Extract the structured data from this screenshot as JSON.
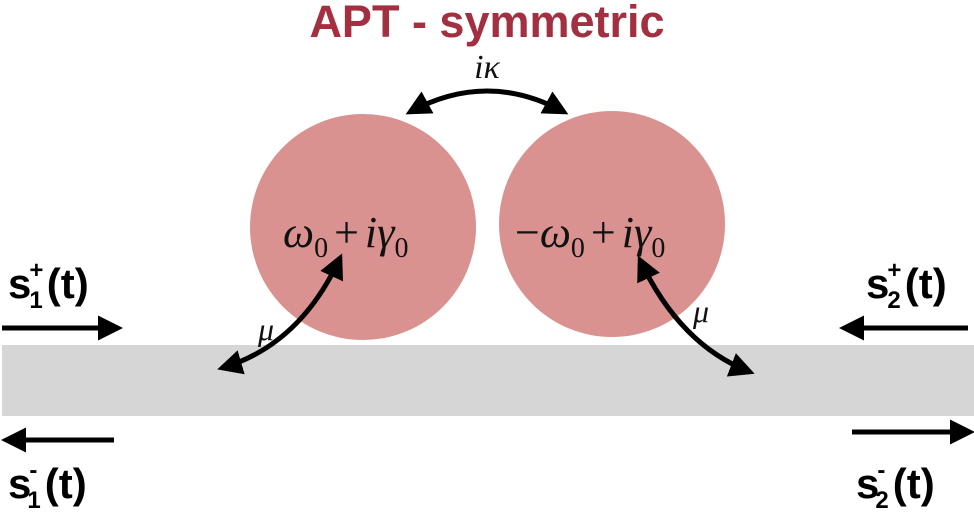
{
  "title": "APT - symmetric",
  "colors": {
    "title": "#a23040",
    "resonator_fill": "#d9928f",
    "waveguide_fill": "#d6d6d6",
    "arrow": "#000000"
  },
  "coupling": {
    "resonator_resonator": "iκ",
    "resonator_waveguide_left": "μ",
    "resonator_waveguide_right": "μ"
  },
  "resonators": [
    {
      "name": "left",
      "omega_sign": "",
      "omega": "ω",
      "omega_sub": "0",
      "plus": "+",
      "i": "i",
      "gamma": "γ",
      "gamma_sub": "0"
    },
    {
      "name": "right",
      "omega_sign": "−",
      "omega": "ω",
      "omega_sub": "0",
      "plus": "+",
      "i": "i",
      "gamma": "γ",
      "gamma_sub": "0"
    }
  ],
  "ports": {
    "s1_in": {
      "base": "s",
      "sup": "+",
      "sub": "1",
      "arg": "(t)",
      "direction": "right"
    },
    "s1_out": {
      "base": "s",
      "sup": "-",
      "sub": "1",
      "arg": "(t)",
      "direction": "left"
    },
    "s2_in": {
      "base": "s",
      "sup": "+",
      "sub": "2",
      "arg": "(t)",
      "direction": "left"
    },
    "s2_out": {
      "base": "s",
      "sup": "-",
      "sub": "2",
      "arg": "(t)",
      "direction": "right"
    }
  }
}
